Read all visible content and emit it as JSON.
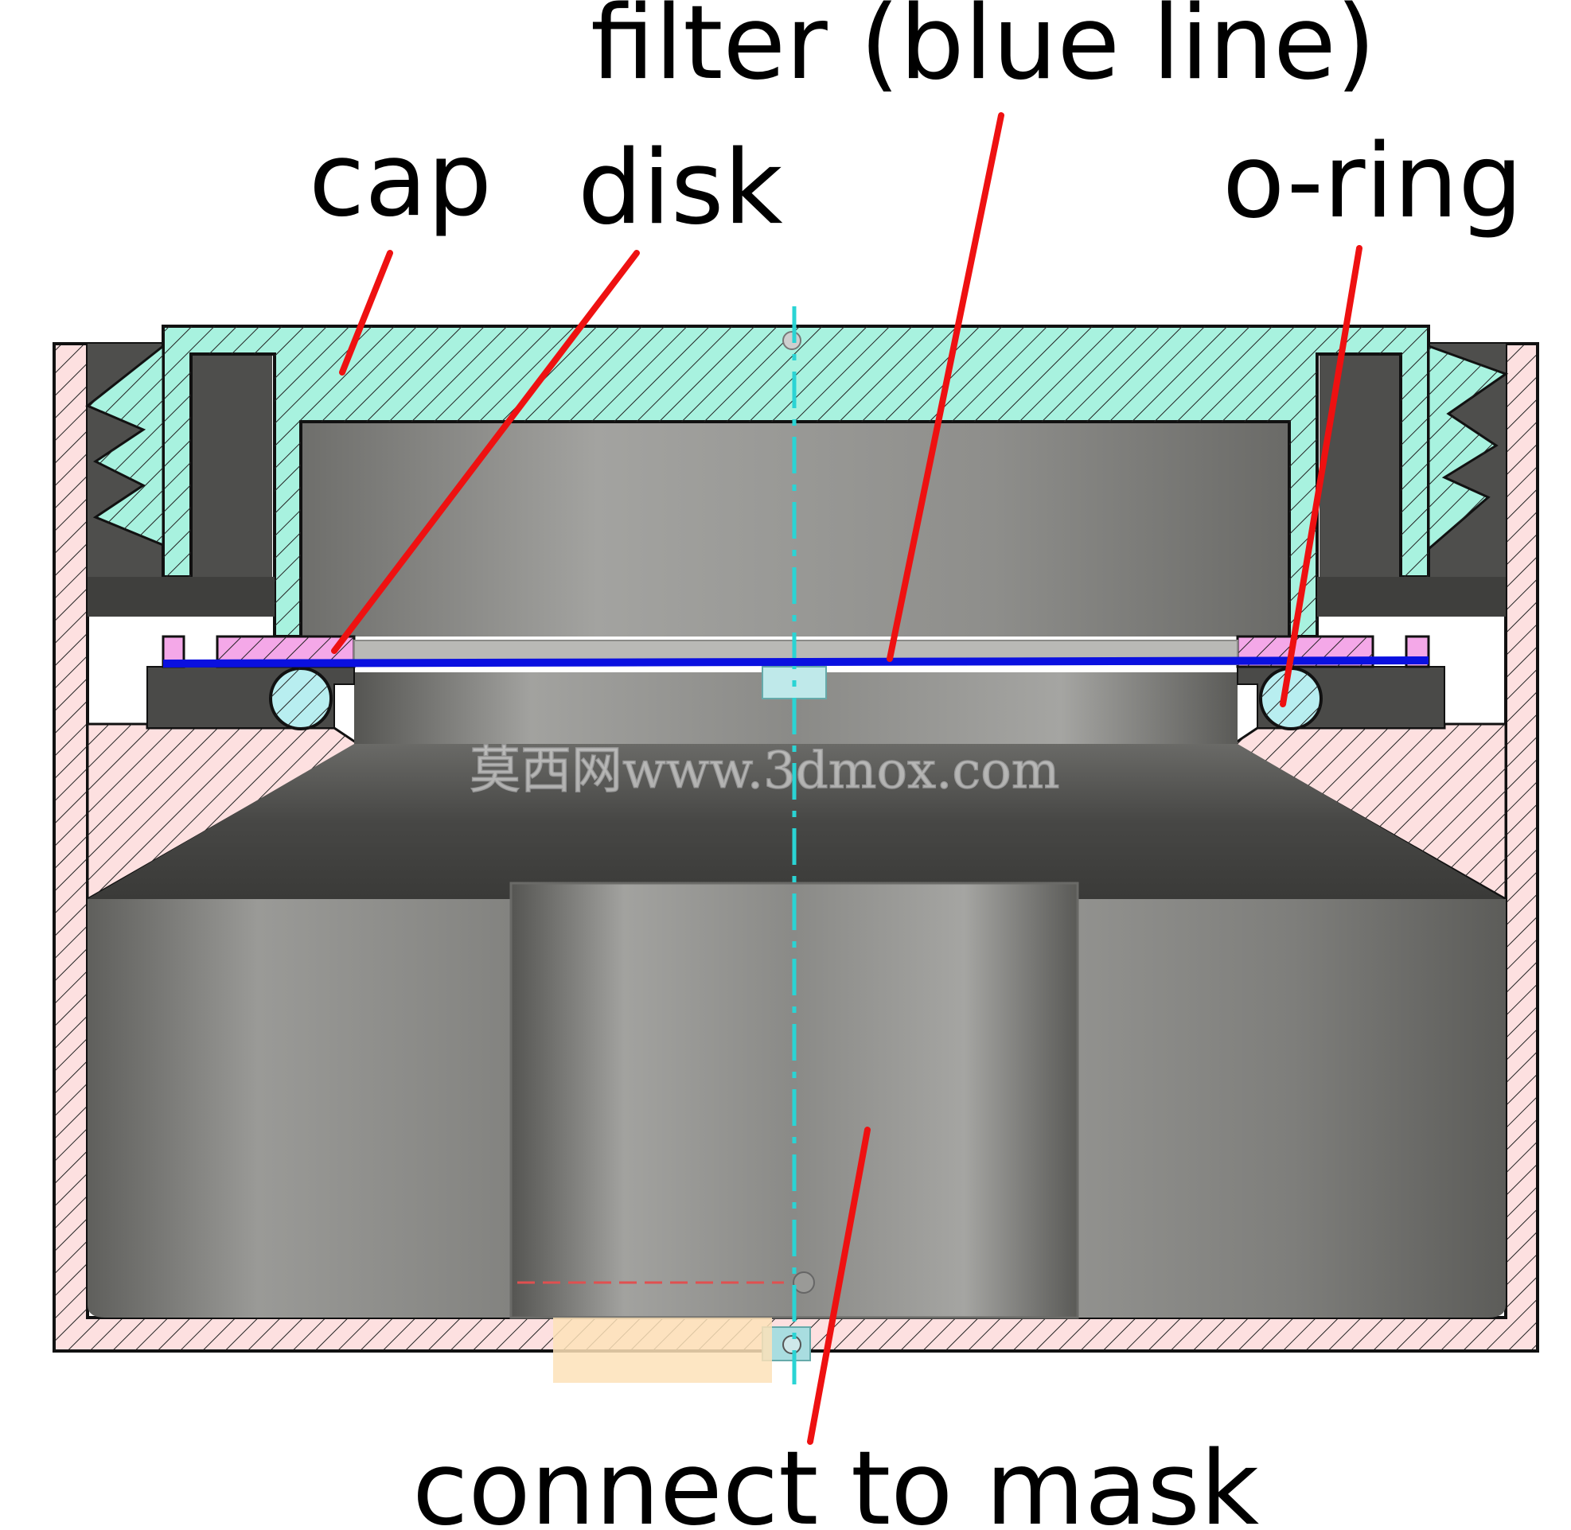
{
  "labels": {
    "filter": "filter (blue line)",
    "cap": "cap",
    "disk": "disk",
    "oring": "o-ring",
    "connect": "connect to mask"
  },
  "watermark": "莫西网www.3dmox.com",
  "colors": {
    "housing_pink": "#fde0e0",
    "cap_mint": "#a8f2df",
    "disk_pink": "#f4a8e8",
    "oring_cyan": "#b8eef0",
    "filter_blue": "#0a10e0",
    "leader_red": "#ee1111",
    "centerline_cyan": "#2ad4d4",
    "cavity_gray": "#8c8c89",
    "edge_black": "#111111"
  }
}
